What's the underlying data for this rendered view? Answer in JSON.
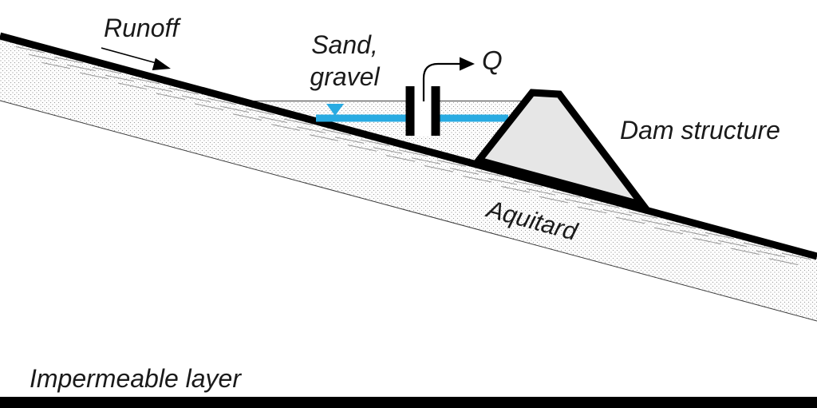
{
  "diagram": {
    "title_hint": "Cross-section schematic of a sand-storage / groundwater dam",
    "labels": {
      "runoff": "Runoff",
      "sand_gravel": "Sand,\ngravel",
      "discharge": "Q",
      "dam_structure": "Dam structure",
      "aquitard": "Aquitard",
      "impermeable_layer": "Impermeable layer"
    },
    "colors": {
      "water": "#29ABE2",
      "dam_fill": "#E6E6E6",
      "outline": "#000000",
      "hatch": "#999999",
      "stipple": "#9c9c9c",
      "text": "#1a1a1a"
    }
  }
}
